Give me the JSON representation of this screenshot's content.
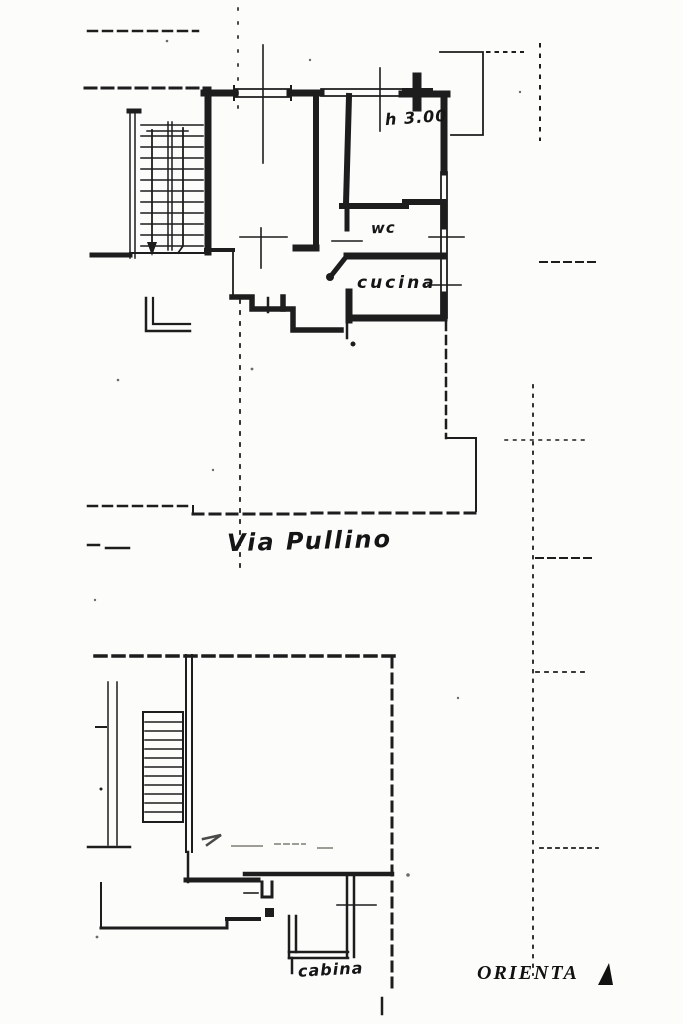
{
  "page": {
    "paper_color": "#fcfcfa",
    "ink_color": "#1d1d1d",
    "faint_pencil_color": "#9e9c96"
  },
  "labels": {
    "room_height": "h 3.00",
    "wc": "wc",
    "kitchen": "cucina",
    "street": "Via Pullino",
    "cabin": "cabina",
    "orientation_partial": "ORIENTA"
  }
}
